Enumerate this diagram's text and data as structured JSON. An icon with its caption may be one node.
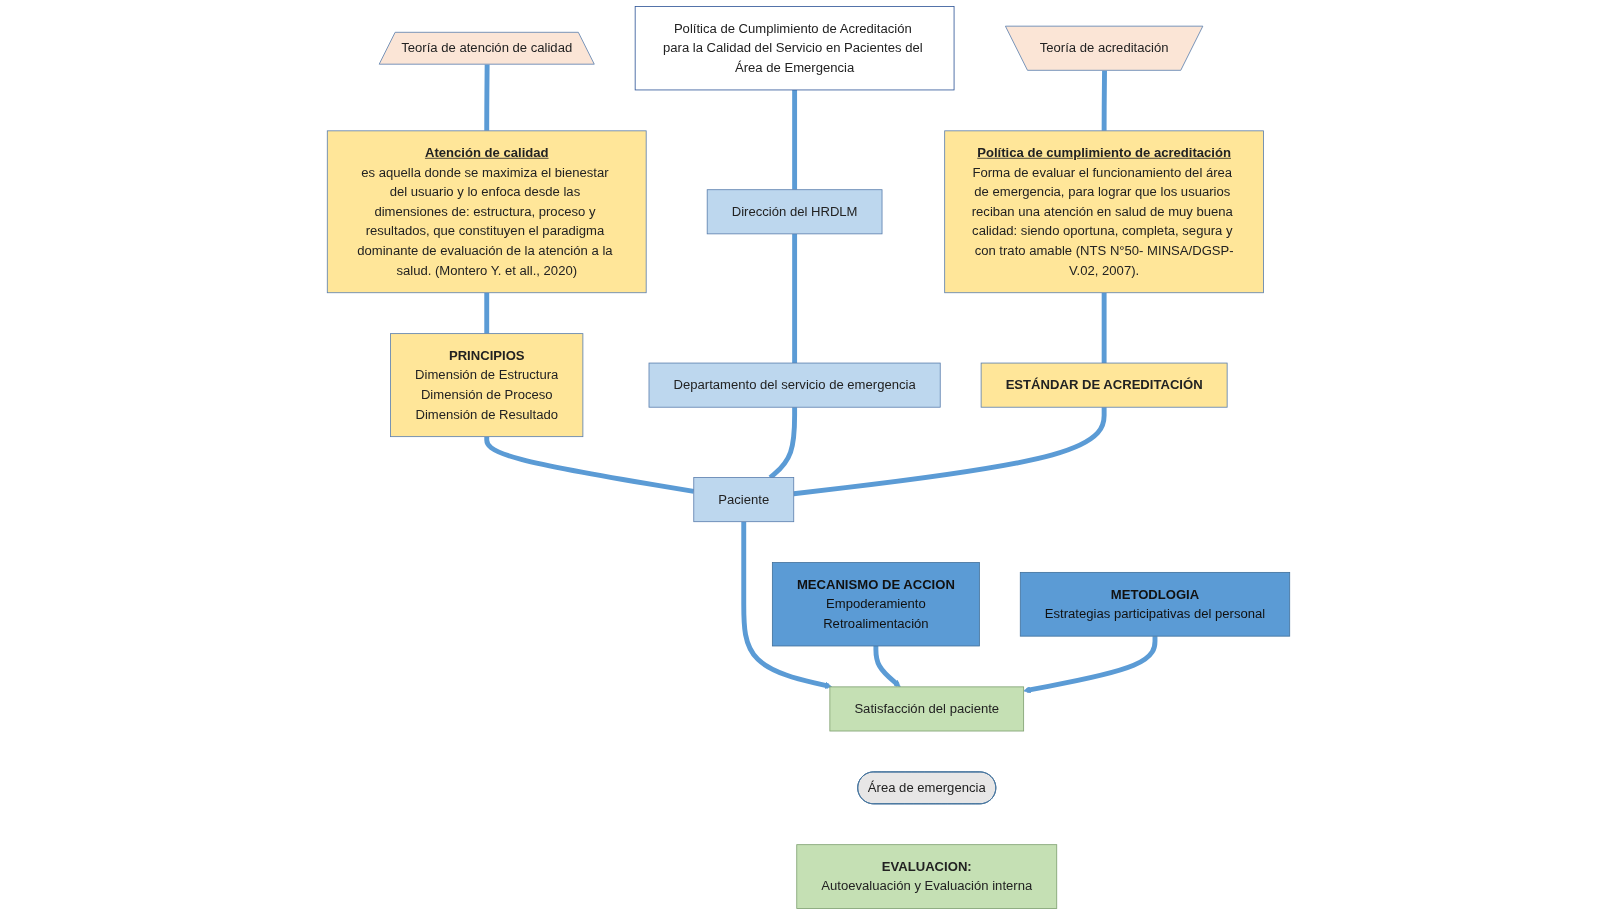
{
  "diagram": {
    "nodes": [
      {
        "text": [
          "Teoría de atención de calidad"
        ]
      },
      {
        "text": [
          "Política de Cumplimiento de Acreditación para la Calidad del Servicio en Pacientes del Área de Emergencia"
        ]
      },
      {
        "text": [
          "Teoría de acreditación"
        ]
      },
      {
        "text": [
          "Atención de calidad",
          "es aquella donde se maximiza el bienestar del usuario y lo enfoca desde las dimensiones de: estructura, proceso y resultados, que constituyen el paradigma dominante de evaluación de la atención a la salud. (Montero Y. et all., 2020)"
        ]
      },
      {
        "text": [
          "Dirección del HRDLM"
        ]
      },
      {
        "text": [
          "Política de cumplimiento de acreditación",
          "Forma de evaluar el funcionamiento del área de emergencia, para lograr que los usuarios reciban una atención en salud de muy buena calidad: siendo oportuna, completa, segura y con trato amable (NTS N°50- MINSA/DGSP-V.02, 2007)."
        ]
      },
      {
        "text": [
          "PRINCIPIOS",
          "Dimensión de Estructura",
          "Dimensión de Proceso",
          "Dimensión de Resultado"
        ]
      },
      {
        "text": [
          "Departamento del servicio de emergencia"
        ]
      },
      {
        "text": [
          "Paciente"
        ]
      },
      {
        "text": [
          "ESTÁNDAR DE ACREDITACIÓN"
        ]
      },
      {
        "text": [
          "MECANISMO DE ACCION",
          "Empoderamiento",
          "Retroalimentación"
        ]
      },
      {
        "text": [
          "Satisfacción del paciente"
        ]
      },
      {
        "text": [
          "METODLOGIA",
          "Estrategias participativas del personal"
        ]
      },
      {
        "text": [
          "Área de emergencia"
        ]
      },
      {
        "text": [
          "EVALUACION:",
          "Autoevaluación y Evaluación interna"
        ]
      }
    ],
    "edges": [
      {
        "from": 0,
        "to": 3,
        "arrow": "none"
      },
      {
        "from": 3,
        "to": 6,
        "arrow": "none"
      },
      {
        "from": 6,
        "to": 8,
        "arrow": "none"
      },
      {
        "from": 1,
        "to": 4,
        "arrow": "none"
      },
      {
        "from": 4,
        "to": 7,
        "arrow": "none"
      },
      {
        "from": 7,
        "to": 8,
        "arrow": "none"
      },
      {
        "from": 2,
        "to": 5,
        "arrow": "none"
      },
      {
        "from": 5,
        "to": 9,
        "arrow": "none"
      },
      {
        "from": 9,
        "to": 8,
        "arrow": "none"
      },
      {
        "from": 8,
        "to": 11,
        "arrow": "to"
      },
      {
        "from": 10,
        "to": 11,
        "arrow": "to"
      },
      {
        "from": 12,
        "to": 11,
        "arrow": "to"
      }
    ]
  }
}
